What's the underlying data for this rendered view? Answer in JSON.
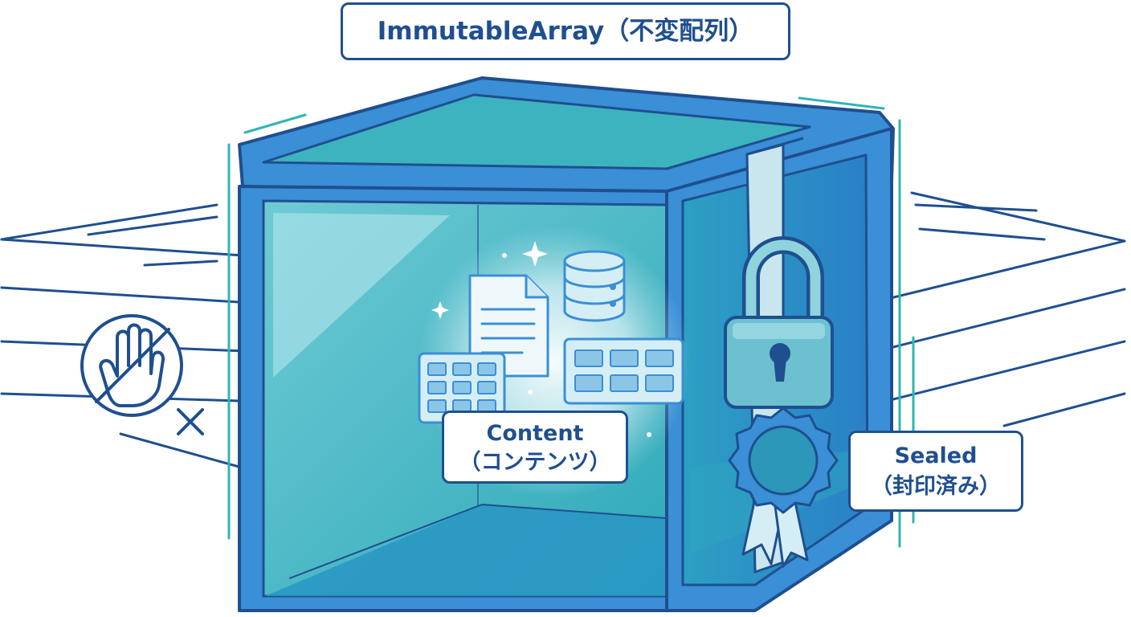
{
  "title": "ImmutableArray（不変配列）",
  "content_label": {
    "line1": "Content",
    "line2": "（コンテンツ）"
  },
  "sealed_label": {
    "line1": "Sealed",
    "line2": "（封印済み）"
  },
  "icons": [
    "no-touch-hand-icon",
    "cross-icon",
    "document-icon",
    "database-icon",
    "grid-icon",
    "padlock-icon",
    "seal-rosette-icon",
    "sparkle-icon"
  ],
  "colors": {
    "outline": "#1f4f8f",
    "frame": "#3a8fd6",
    "glass": "#3eb3c0",
    "glass_light": "#8fd3dc",
    "accent_teal": "#2fb5b5",
    "pale": "#c9e6ee"
  }
}
